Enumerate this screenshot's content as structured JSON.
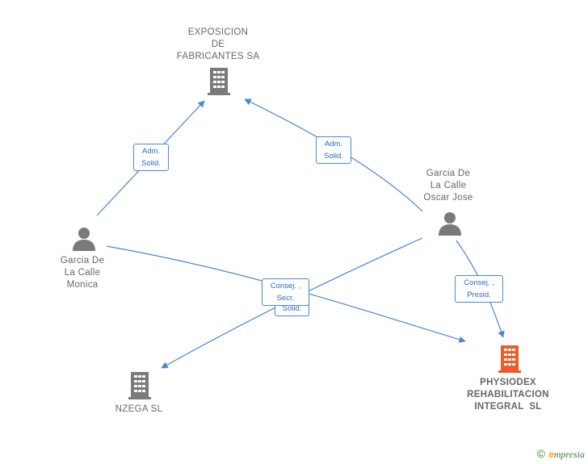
{
  "nodes": {
    "exposicion": {
      "lines": [
        "EXPOSICION",
        "DE",
        "FABRICANTES SA"
      ],
      "type": "company",
      "color": "#7a7a7a"
    },
    "garcia_oscar": {
      "lines": [
        "Garcia De",
        "La Calle",
        "Oscar Jose"
      ],
      "type": "person",
      "color": "#7a7a7a"
    },
    "garcia_monica": {
      "lines": [
        "Garcia De",
        "La Calle",
        "Monica"
      ],
      "type": "person",
      "color": "#7a7a7a"
    },
    "nzega": {
      "lines": [
        "NZEGA SL"
      ],
      "type": "company",
      "color": "#7a7a7a"
    },
    "physiodex": {
      "lines": [
        "PHYSIODEX",
        "REHABILITACION",
        "INTEGRAL  SL"
      ],
      "type": "company",
      "color": "#f05a28"
    }
  },
  "edge_labels": {
    "monica_exposicion": [
      "Adm.",
      "Solid."
    ],
    "oscar_exposicion": [
      "Adm.",
      "Solid."
    ],
    "oscar_physiodex": [
      "Consej. ,",
      "Presid."
    ],
    "center_back": [
      "Solid."
    ],
    "center_front": [
      "Consej. ,",
      "Secr."
    ]
  },
  "colors": {
    "edge": "#4a86d4",
    "label_text": "#2d6bbf",
    "node_text": "#666666"
  },
  "footer": {
    "copyright": "©",
    "brand_initial": "e",
    "brand_rest": "mpresia"
  }
}
